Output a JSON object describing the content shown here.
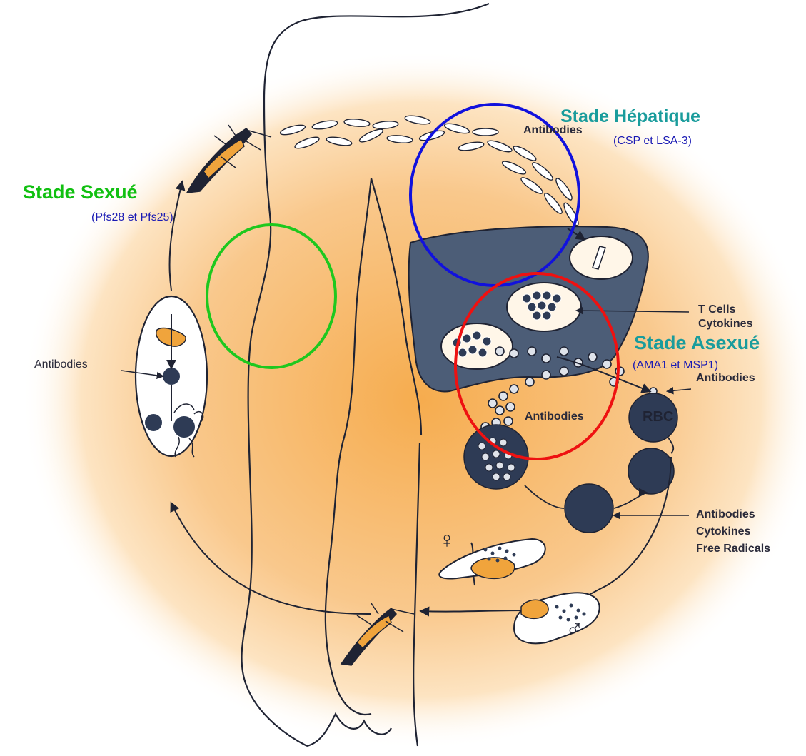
{
  "colors": {
    "background_glow": "#f7b965",
    "liver": "#4c5d77",
    "cell": "#2e3b55",
    "outline": "#1f2333",
    "mosquito_orange": "#f0a43c",
    "circle_sexual": "#1ec81e",
    "circle_hepatic": "#1111dd",
    "circle_asexual": "#ee1111",
    "title_sexual": "#11c011",
    "title_stage_teal": "#1a9c9c",
    "subtitle_blue": "#1a1ab4"
  },
  "stages": {
    "sexual": {
      "title": "Stade Sexué",
      "subtitle": "(Pfs28 et Pfs25)"
    },
    "hepatic": {
      "title": "Stade Hépatique",
      "subtitle": "(CSP et LSA-3)"
    },
    "asexual": {
      "title": "Stade Asexué",
      "subtitle": "(AMA1 et MSP1)"
    }
  },
  "labels": {
    "antibodies_top": "Antibodies",
    "antibodies_left": "Antibodies",
    "antibodies_mid": "Antibodies",
    "antibodies_right": "Antibodies",
    "t_cells": "T Cells",
    "cytokines": "Cytokines",
    "bottom_antibodies": "Antibodies",
    "bottom_cytokines": "Cytokines",
    "bottom_free_radicals": "Free Radicals",
    "rbc": "RBC",
    "female_symbol": "♀",
    "male_symbol": "♂"
  }
}
